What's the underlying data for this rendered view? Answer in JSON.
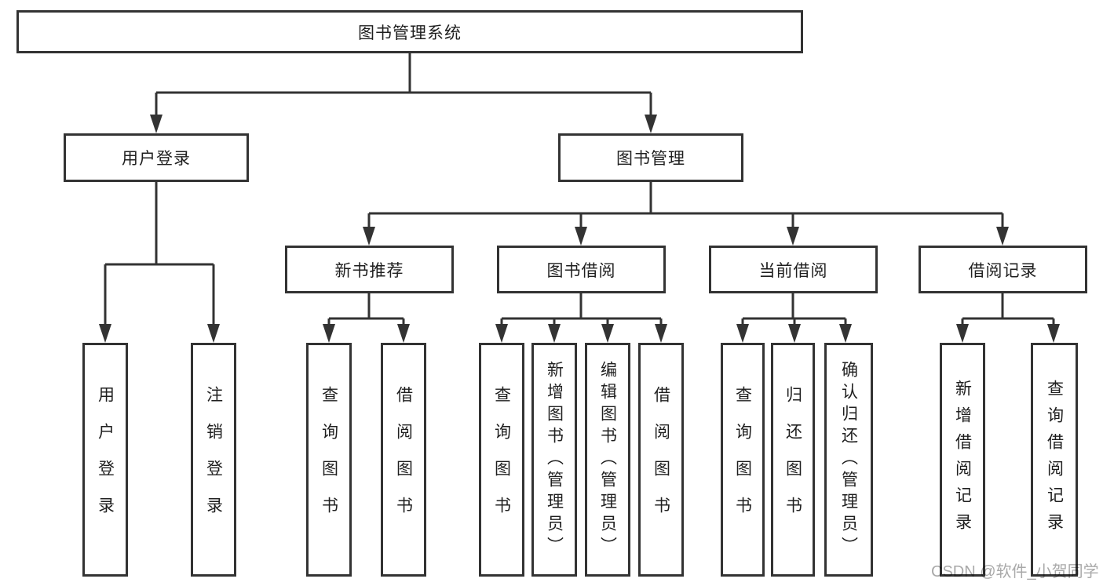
{
  "colors": {
    "line": "#333333",
    "box_border": "#333333",
    "box_background": "#ffffff",
    "text": "#1f1f1f",
    "watermark_text": "#a9a9a9"
  },
  "diagram": {
    "root": {
      "label": "图书管理系统"
    },
    "branches": [
      {
        "label": "用户登录",
        "children": [
          {
            "label": "用户登录"
          },
          {
            "label": "注销登录"
          }
        ]
      },
      {
        "label": "图书管理",
        "children": [
          {
            "label": "新书推荐",
            "children": [
              {
                "label": "查询图书"
              },
              {
                "label": "借阅图书"
              }
            ]
          },
          {
            "label": "图书借阅",
            "children": [
              {
                "label": "查询图书"
              },
              {
                "label": "新增图书（管理员）"
              },
              {
                "label": "编辑图书（管理员）"
              },
              {
                "label": "借阅图书"
              }
            ]
          },
          {
            "label": "当前借阅",
            "children": [
              {
                "label": "查询图书"
              },
              {
                "label": "归还图书"
              },
              {
                "label": "确认归还（管理员）"
              }
            ]
          },
          {
            "label": "借阅记录",
            "children": [
              {
                "label": "新增借阅记录"
              },
              {
                "label": "查询借阅记录"
              }
            ]
          }
        ]
      }
    ]
  },
  "watermark": {
    "text": "CSDN @软件_小贺同学"
  }
}
